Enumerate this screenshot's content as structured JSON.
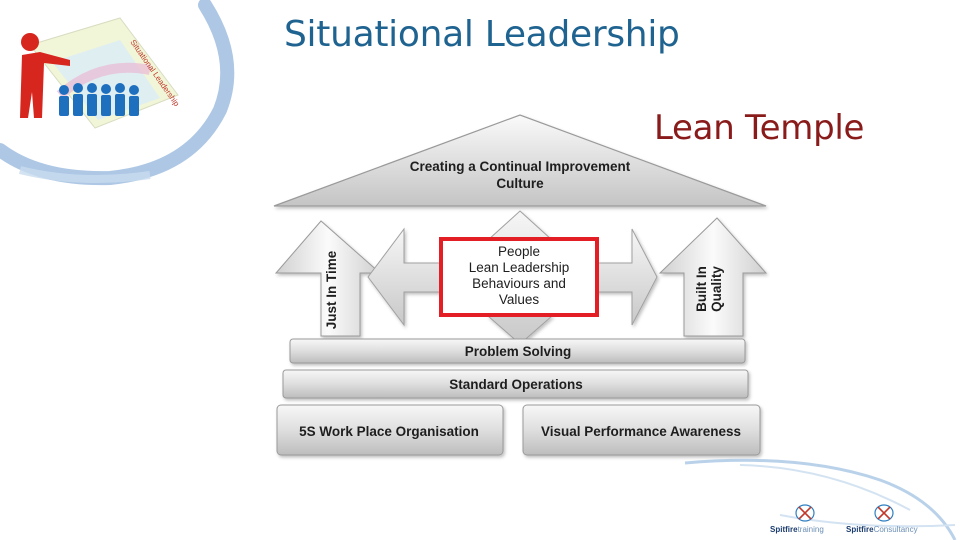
{
  "slide": {
    "title": "Situational Leadership",
    "subtitle": "Lean Temple"
  },
  "temple": {
    "roof_line1": "Creating a Continual Improvement",
    "roof_line2": "Culture",
    "left_pillar": "Just In Time",
    "right_pillar_line1": "Built In",
    "right_pillar_line2": "Quality",
    "center_line1": "People",
    "center_line2": "Lean Leadership",
    "center_line3": "Behaviours and",
    "center_line4": "Values",
    "step1": "Problem Solving",
    "step2": "Standard Operations",
    "base_left": "5S Work Place Organisation",
    "base_right": "Visual Performance Awareness"
  },
  "logos": {
    "left_strong": "Spitfire",
    "left_light": "training",
    "right_strong": "Spitfire",
    "right_light": "Consultancy"
  },
  "colors": {
    "title": "#1f6391",
    "subtitle": "#8a1b1b",
    "highlight_box": "#e31e24",
    "accent_blue": "#2f7fc1"
  }
}
